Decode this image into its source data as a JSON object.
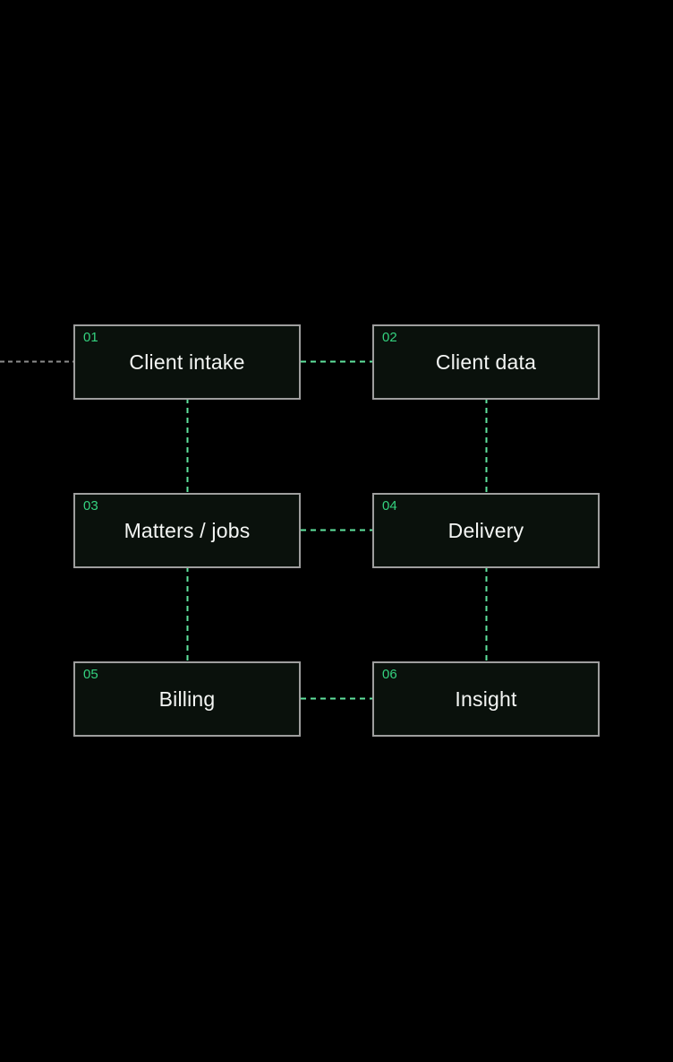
{
  "diagram": {
    "nodes": [
      {
        "number": "01",
        "label": "Client intake"
      },
      {
        "number": "02",
        "label": "Client data"
      },
      {
        "number": "03",
        "label": "Matters / jobs"
      },
      {
        "number": "04",
        "label": "Delivery"
      },
      {
        "number": "05",
        "label": "Billing"
      },
      {
        "number": "06",
        "label": "Insight"
      }
    ],
    "connections": [
      {
        "from": "outside-left",
        "to": "01",
        "style": "gray-dashed"
      },
      {
        "from": "01",
        "to": "02",
        "style": "green-dashed"
      },
      {
        "from": "01",
        "to": "03",
        "style": "green-dashed"
      },
      {
        "from": "02",
        "to": "04",
        "style": "green-dashed"
      },
      {
        "from": "03",
        "to": "04",
        "style": "green-dashed"
      },
      {
        "from": "03",
        "to": "05",
        "style": "green-dashed"
      },
      {
        "from": "04",
        "to": "06",
        "style": "green-dashed"
      },
      {
        "from": "05",
        "to": "06",
        "style": "green-dashed"
      }
    ]
  },
  "colors": {
    "background": "#000000",
    "node-bg": "#0a110c",
    "node-border": "#9e9e9e",
    "accent-green": "#34d27f",
    "dash-green": "#5fe49e",
    "dash-gray": "#8d8d8d",
    "text": "#f4f6f4"
  }
}
